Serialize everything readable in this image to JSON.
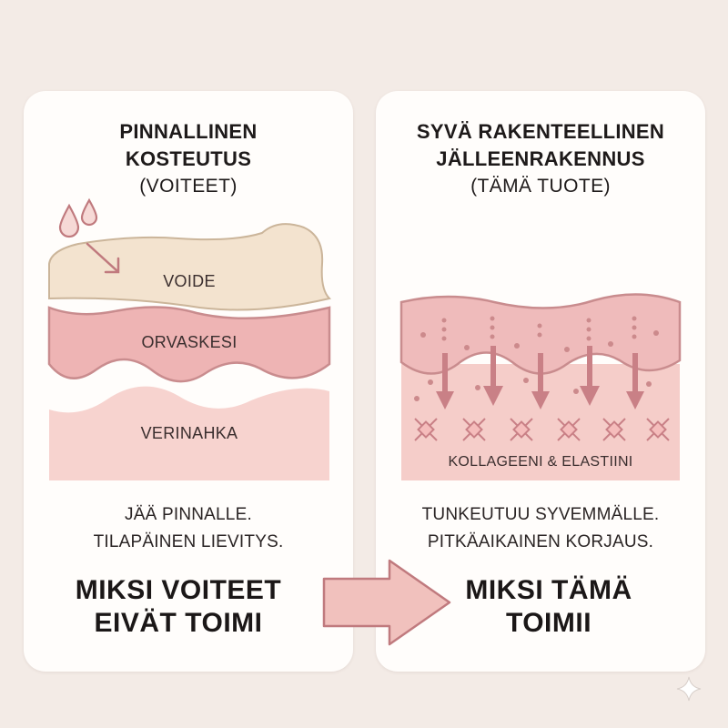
{
  "left_panel": {
    "title_bold_1": "PINNALLINEN",
    "title_bold_2": "KOSTEUTUS",
    "title_sub": "(VOITEET)",
    "layers": {
      "cream": "VOIDE",
      "epidermis": "ORVASKESI",
      "dermis": "VERINAHKA"
    },
    "desc_1": "JÄÄ PINNALLE.",
    "desc_2": "TILAPÄINEN LIEVITYS.",
    "headline_1": "MIKSI VOITEET",
    "headline_2": "EIVÄT TOIMI"
  },
  "right_panel": {
    "title_bold_1": "SYVÄ RAKENTEELLINEN",
    "title_bold_2": "JÄLLEENRAKENNUS",
    "title_sub": "(TÄMÄ TUOTE)",
    "layer_label": "KOLLAGEENI & ELASTIINI",
    "desc_1": "TUNKEUTUU SYVEMMÄLLE.",
    "desc_2": "PITKÄAIKAINEN KORJAUS.",
    "headline_1": "MIKSI TÄMÄ",
    "headline_2": "TOIMII"
  },
  "colors": {
    "background": "#f3ebe6",
    "card": "#fffdfb",
    "cream": "#f3e3cf",
    "epidermis": "#eeb4b4",
    "dermis": "#f7d3cf",
    "accent": "#c07a7e",
    "arrow_fill": "#f1c1bd"
  },
  "icons": [
    "water-drops-icon",
    "down-arrow-icon",
    "collagen-fiber-icon",
    "right-arrow-icon",
    "sparkle-icon"
  ]
}
